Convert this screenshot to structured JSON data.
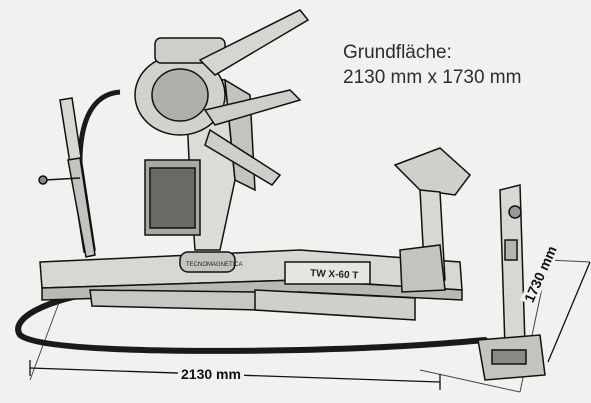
{
  "caption": {
    "line1": "Grundfläche:",
    "line2": "2130 mm x 1730 mm"
  },
  "dimensions": {
    "width_label": "2130 mm",
    "depth_label": "1730 mm"
  },
  "machine": {
    "model_plate": "TW X-60 T",
    "logo_text": "TECNOMAGNETICA"
  },
  "colors": {
    "background": "#f2f1ef",
    "line": "#111111",
    "steel": "#d8d7d3",
    "shadow": "#b9b8b3"
  }
}
